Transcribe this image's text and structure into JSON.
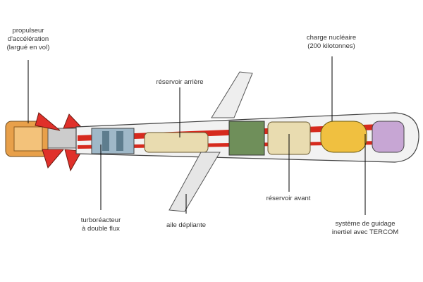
{
  "title": "Missile de croisière – vue en coupe",
  "labels": {
    "booster": "propulseur\nd'accélération\n(largué en vol)",
    "warhead": "charge nucléaire\n(200 kilotonnes)",
    "rear_tank": "réservoir arrière",
    "turbofan": "turboréacteur\nà double flux",
    "wing": "aile dépliante",
    "front_tank": "réservoir avant",
    "guidance": "système de guidage\ninertiel avec TERCOM"
  },
  "colors": {
    "body": "#f2f2f2",
    "stripe": "#d62a1e",
    "booster": "#e8a04a",
    "fin": "#e0302a",
    "tank": "#e9dcb0",
    "green": "#6f8f5a"
  }
}
